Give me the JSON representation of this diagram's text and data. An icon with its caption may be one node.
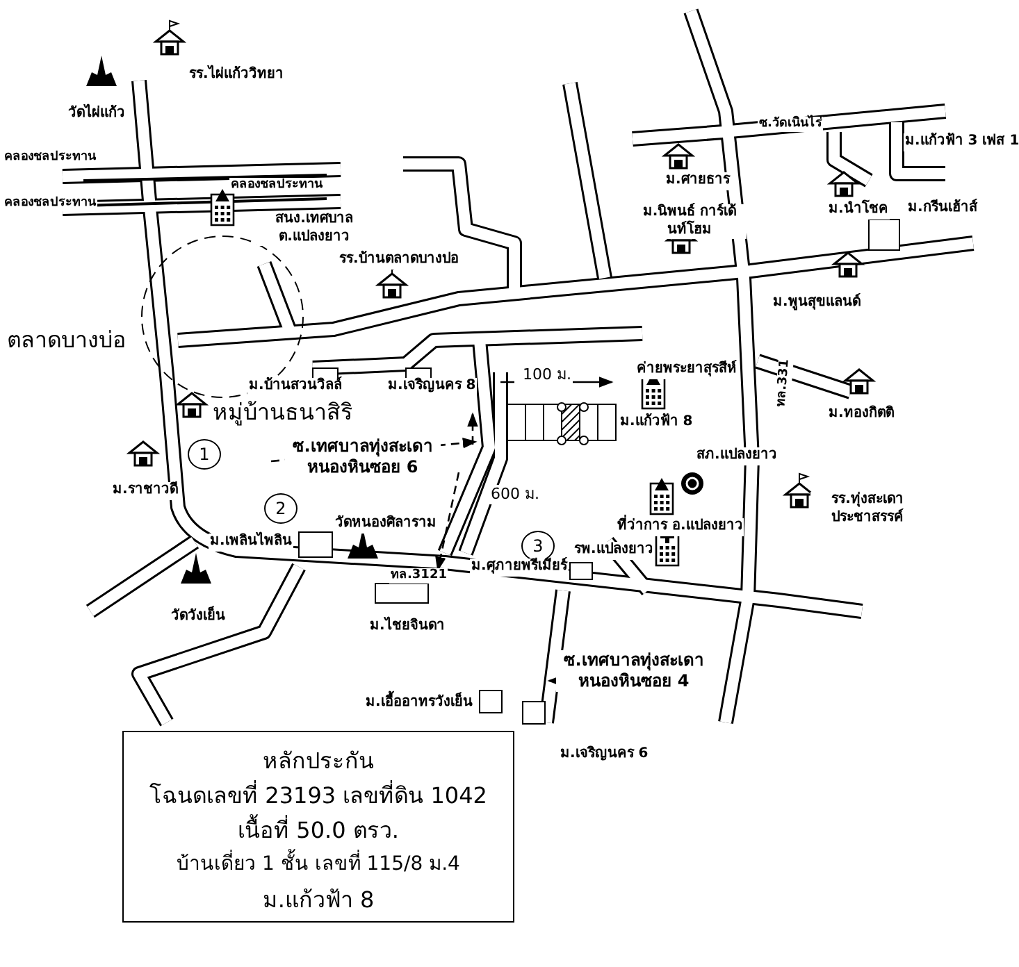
{
  "diagram": {
    "nodes": [
      {
        "text": [
          "หลักประกัน",
          "โฉนดเลขที่ 23193  เลขที่ดิน 1042",
          "เนื้อที่ 50.0 ตรว.",
          "บ้านเดี่ยว 1 ชั้น  เลขที่ 115/8 ม.4",
          "ม.แก้วฟ้า 8"
        ]
      }
    ],
    "edges": [],
    "labels": [
      "รร.ไผ่แก้ววิทยา",
      "วัดไผ่แก้ว",
      "คลองชลประทาน",
      "คลองชลประทาน",
      "คลองชลประทาน",
      "สนง.เทศบาล ต.แปลงยาว",
      "รร.บ้านตลาดบางปอ",
      "ซ.วัดเนินไร่",
      "ม.แก้วฟ้า 3 เฟส 1",
      "ม.ศายธาร",
      "ม.นำโชค",
      "ม.กรีนเฮ้าส์",
      "ม.นิพนธ์ การ์เด้นท์โฮม",
      "ม.พูนสุขแลนด์",
      "ตลาดบางบ่อ",
      "ม.บ้านสวนวิลล์",
      "ม.เจริญนคร 8",
      "100 ม.",
      "ค่ายพระยาสุรสีห์",
      "ม.แก้วฟ้า 8",
      "ม.ทองกิตติ",
      "หมู่บ้านธนาสิริ",
      "1",
      "ซ.เทศบาลทุ่งสะเดา หนองหินซอย 6",
      "สภ.แปลงยาว",
      "ม.ราชาวดี",
      "600 ม.",
      "ทล.331",
      "2",
      "รร.ทุ่งสะเดา ประชาสรรค์",
      "ที่ว่าการ อ.แปลงยาว",
      "3",
      "ม.เพลินไพลิน",
      "วัดหนองศิลาราม",
      "ม.ศุภายพรีเมียร์",
      "รพ.แปลงยาว",
      "ทล.3121",
      "วัดวังเย็น",
      "ม.ไชยจินดา",
      "ซ.เทศบาลทุ่งสะเดา หนองหินซอย 4",
      "ม.เอื้ออาทรวังเย็น",
      "ม.เจริญนคร 6"
    ]
  }
}
